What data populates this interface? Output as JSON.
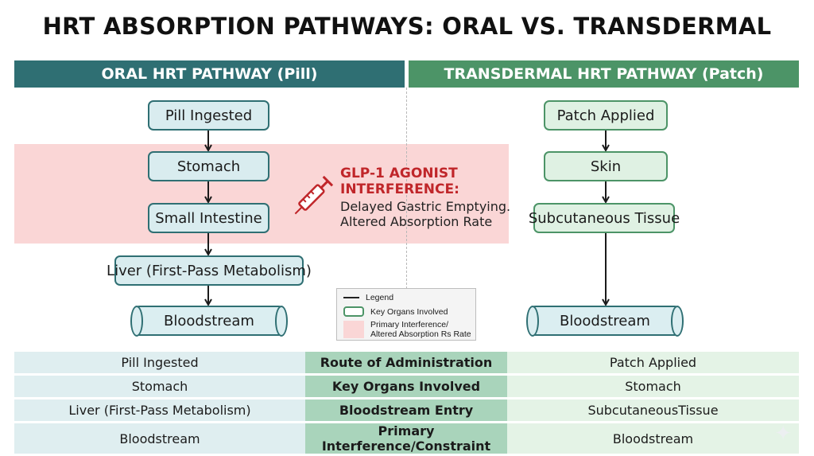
{
  "title": "HRT ABSORPTION PATHWAYS: ORAL VS. TRANSDERMAL",
  "oral": {
    "header": "ORAL HRT PATHWAY (Pill)",
    "steps": [
      "Pill Ingested",
      "Stomach",
      "Small Intestine",
      "Liver (First-Pass Metabolism)"
    ],
    "end": "Bloodstream"
  },
  "transdermal": {
    "header": "TRANSDERMAL HRT PATHWAY (Patch)",
    "steps": [
      "Patch Applied",
      "Skin",
      "Subcutaneous Tissue"
    ],
    "end": "Bloodstream"
  },
  "interference": {
    "title_line1": "GLP-1 AGONIST",
    "title_line2": "INTERFERENCE:",
    "desc_line1": "Delayed Gastric Emptying.",
    "desc_line2": "Altered Absorption Rate",
    "icon": "syringe-icon",
    "color": "#c0262a",
    "band_color": "#fad6d6"
  },
  "legend": {
    "title": "Legend",
    "organs": "Key Organs Involved",
    "band_line1": "Primary Interference/",
    "band_line2": "Altered Absorption Rs Rate"
  },
  "comparison": {
    "rows": [
      {
        "oral": "Pill Ingested",
        "label": "Route of Administration",
        "trans": "Patch Applied"
      },
      {
        "oral": "Stomach",
        "label": "Key Organs Involved",
        "trans": "Stomach"
      },
      {
        "oral": "Liver (First-Pass Metabolism)",
        "label": "Bloodstream Entry",
        "trans": "SubcutaneousTissue"
      },
      {
        "oral": "Bloodstream",
        "label": "Primary Interference/Constraint",
        "trans": "Bloodstream"
      }
    ]
  },
  "colors": {
    "oral": "#2f6f73",
    "transdermal": "#4c9467"
  }
}
